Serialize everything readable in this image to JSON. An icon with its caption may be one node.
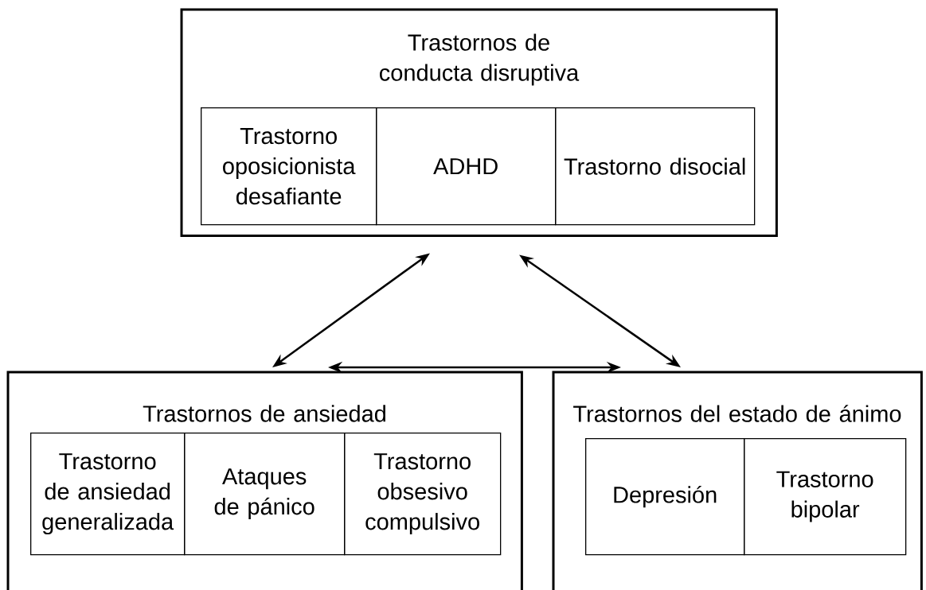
{
  "diagram": {
    "nodes": [
      {
        "text": [
          "Trastornos de conducta disruptiva"
        ]
      },
      {
        "text": [
          "Trastorno oposicionista desafiante"
        ],
        "in": 0
      },
      {
        "text": [
          "ADHD"
        ],
        "in": 0
      },
      {
        "text": [
          "Trastorno disocial"
        ],
        "in": 0
      },
      {
        "text": [
          "Trastornos de ansiedad"
        ]
      },
      {
        "text": [
          "Trastorno de ansiedad generalizada"
        ],
        "in": 4
      },
      {
        "text": [
          "Ataques de pánico"
        ],
        "in": 4
      },
      {
        "text": [
          "Trastorno obsesivo compulsivo"
        ],
        "in": 4
      },
      {
        "text": [
          "Trastornos del estado de ánimo"
        ]
      },
      {
        "text": [
          "Depresión"
        ],
        "in": 8
      },
      {
        "text": [
          "Trastorno bipolar"
        ],
        "in": 8
      }
    ],
    "edges": [
      {
        "from": 0,
        "to": 4,
        "arrow": "both"
      },
      {
        "from": 0,
        "to": 8,
        "arrow": "both"
      },
      {
        "from": 4,
        "to": 8,
        "arrow": "both"
      }
    ]
  }
}
